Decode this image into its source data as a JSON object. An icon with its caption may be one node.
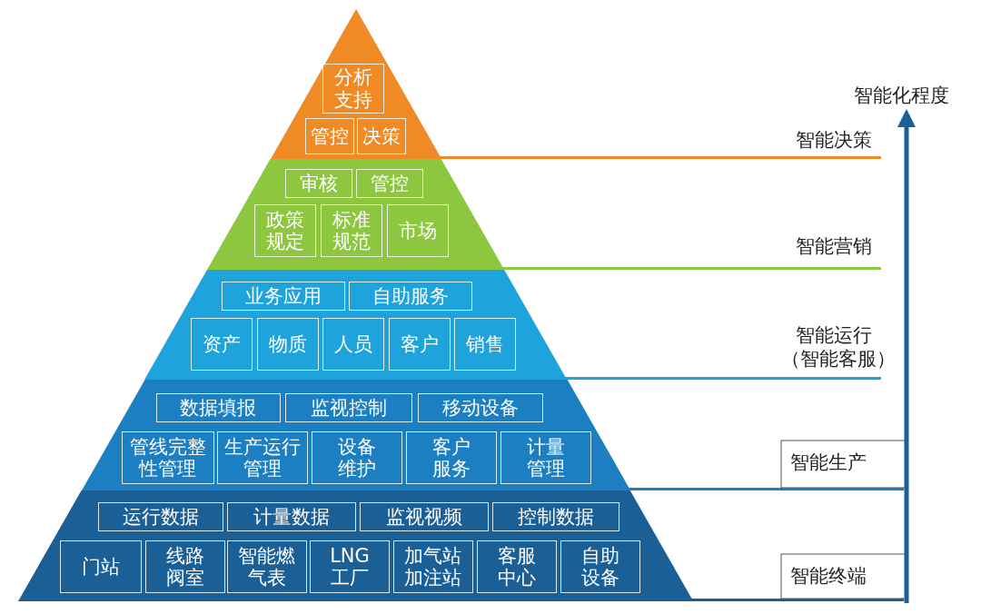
{
  "diagram": {
    "nodes": [
      {
        "text": [],
        "shape": "triangle"
      },
      {
        "text": [
          "分析支持"
        ],
        "in": 0
      },
      {
        "text": [
          "管控"
        ],
        "in": 0
      },
      {
        "text": [
          "决策"
        ],
        "in": 0
      },
      {
        "text": [],
        "shape": "band"
      },
      {
        "text": [
          "审核"
        ],
        "in": 4
      },
      {
        "text": [
          "管控"
        ],
        "in": 4
      },
      {
        "text": [
          "政策规定"
        ],
        "in": 4
      },
      {
        "text": [
          "标准规范"
        ],
        "in": 4
      },
      {
        "text": [
          "市场"
        ],
        "in": 4
      },
      {
        "text": [],
        "shape": "band"
      },
      {
        "text": [
          "业务应用"
        ],
        "in": 10
      },
      {
        "text": [
          "自助服务"
        ],
        "in": 10
      },
      {
        "text": [
          "资产"
        ],
        "in": 10
      },
      {
        "text": [
          "物质"
        ],
        "in": 10
      },
      {
        "text": [
          "人员"
        ],
        "in": 10
      },
      {
        "text": [
          "客户"
        ],
        "in": 10
      },
      {
        "text": [
          "销售"
        ],
        "in": 10
      },
      {
        "text": [],
        "shape": "band"
      },
      {
        "text": [
          "数据填报"
        ],
        "in": 18
      },
      {
        "text": [
          "监视控制"
        ],
        "in": 18
      },
      {
        "text": [
          "移动设备"
        ],
        "in": 18
      },
      {
        "text": [
          "管线完整性管理"
        ],
        "in": 18
      },
      {
        "text": [
          "生产运行管理"
        ],
        "in": 18
      },
      {
        "text": [
          "设备维护"
        ],
        "in": 18
      },
      {
        "text": [
          "客户服务"
        ],
        "in": 18
      },
      {
        "text": [
          "计量管理"
        ],
        "in": 18
      },
      {
        "text": [],
        "shape": "band"
      },
      {
        "text": [
          "运行数据"
        ],
        "in": 27
      },
      {
        "text": [
          "计量数据"
        ],
        "in": 27
      },
      {
        "text": [
          "监视视频"
        ],
        "in": 27
      },
      {
        "text": [
          "控制数据"
        ],
        "in": 27
      },
      {
        "text": [
          "门站"
        ],
        "in": 27
      },
      {
        "text": [
          "线路阀室"
        ],
        "in": 27
      },
      {
        "text": [
          "智能燃气表"
        ],
        "in": 27
      },
      {
        "text": [
          "LNG工厂"
        ],
        "in": 27
      },
      {
        "text": [
          "加气站加注站"
        ],
        "in": 27
      },
      {
        "text": [
          "客服中心"
        ],
        "in": 27
      },
      {
        "text": [
          "自助设备"
        ],
        "in": 27
      }
    ],
    "labels": [
      "智能化程度",
      "智能决策",
      "智能营销",
      "智能运行",
      "（智能客服）",
      "智能生产",
      "智能终端"
    ]
  }
}
